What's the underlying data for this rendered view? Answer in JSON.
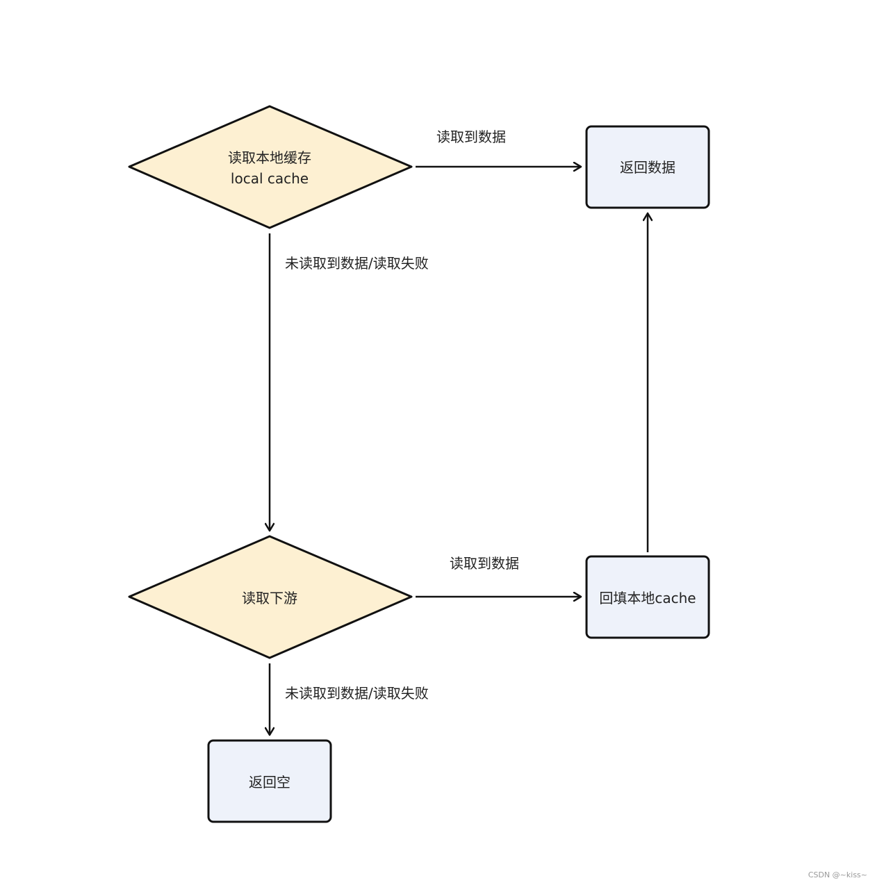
{
  "nodes": {
    "read_local": {
      "line1": "读取本地缓存",
      "line2": "local cache"
    },
    "return_data": {
      "label": "返回数据"
    },
    "read_downstream": {
      "label": "读取下游"
    },
    "backfill_cache": {
      "label": "回填本地cache"
    },
    "return_empty": {
      "label": "返回空"
    }
  },
  "edges": {
    "local_to_return": {
      "label": "读取到数据"
    },
    "local_to_downstream": {
      "label": "未读取到数据/读取失败"
    },
    "downstream_to_backfill": {
      "label": "读取到数据"
    },
    "downstream_to_empty": {
      "label": "未读取到数据/读取失败"
    },
    "backfill_to_return": {
      "label": ""
    }
  },
  "colors": {
    "decision_fill": "#fdf0d2",
    "process_fill": "#eef2fa",
    "stroke": "#111111"
  },
  "watermark": "CSDN @~kiss~"
}
